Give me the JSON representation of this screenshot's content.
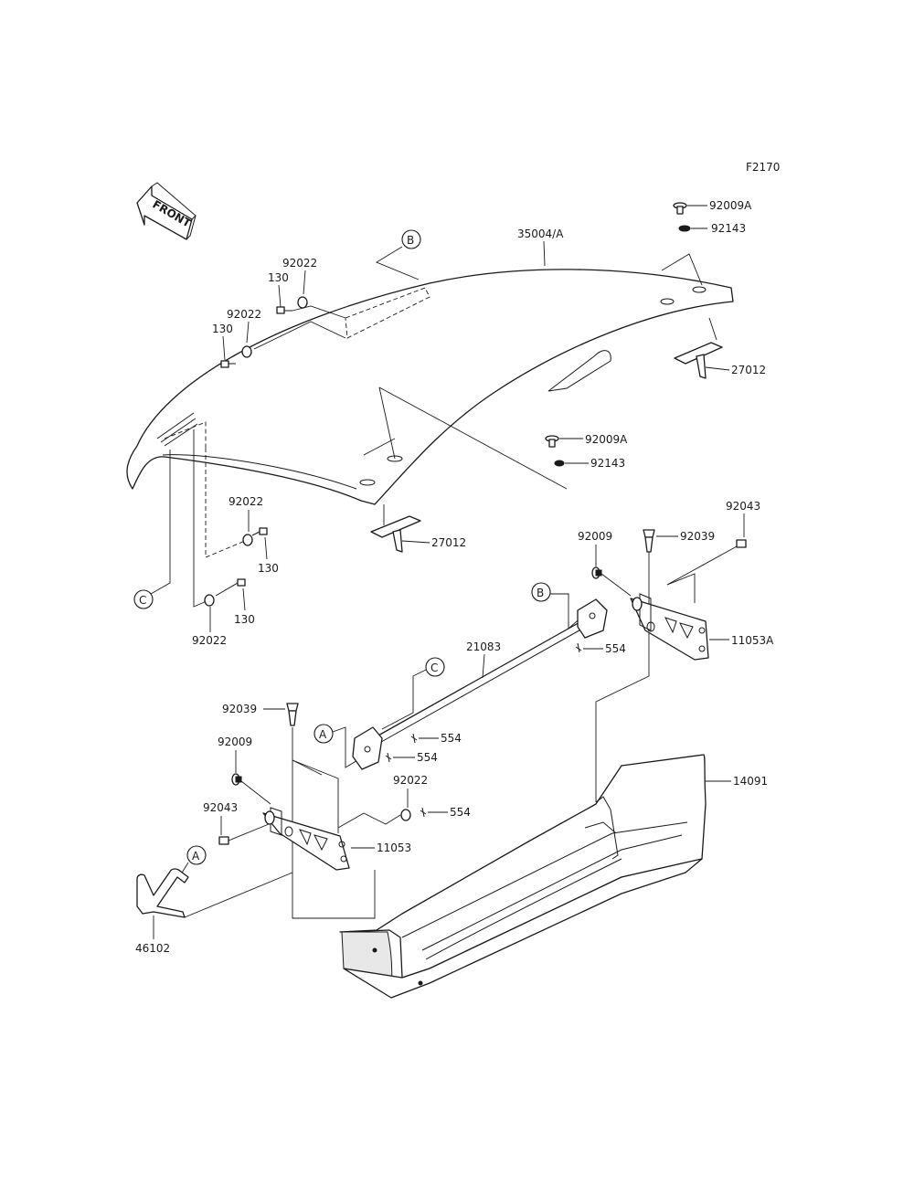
{
  "figure_code": "F2170",
  "front_label": "FRONT",
  "ref_letters": {
    "a": "A",
    "b": "B",
    "c": "C"
  },
  "parts": {
    "p35004a": "35004/A",
    "p92009a": "92009A",
    "p92143": "92143",
    "p27012": "27012",
    "p92022": "92022",
    "p130": "130",
    "p92043": "92043",
    "p92009": "92009",
    "p92039": "92039",
    "p11053a": "11053A",
    "p11053": "11053",
    "p21083": "21083",
    "p554": "554",
    "p14091": "14091",
    "p46102": "46102"
  }
}
